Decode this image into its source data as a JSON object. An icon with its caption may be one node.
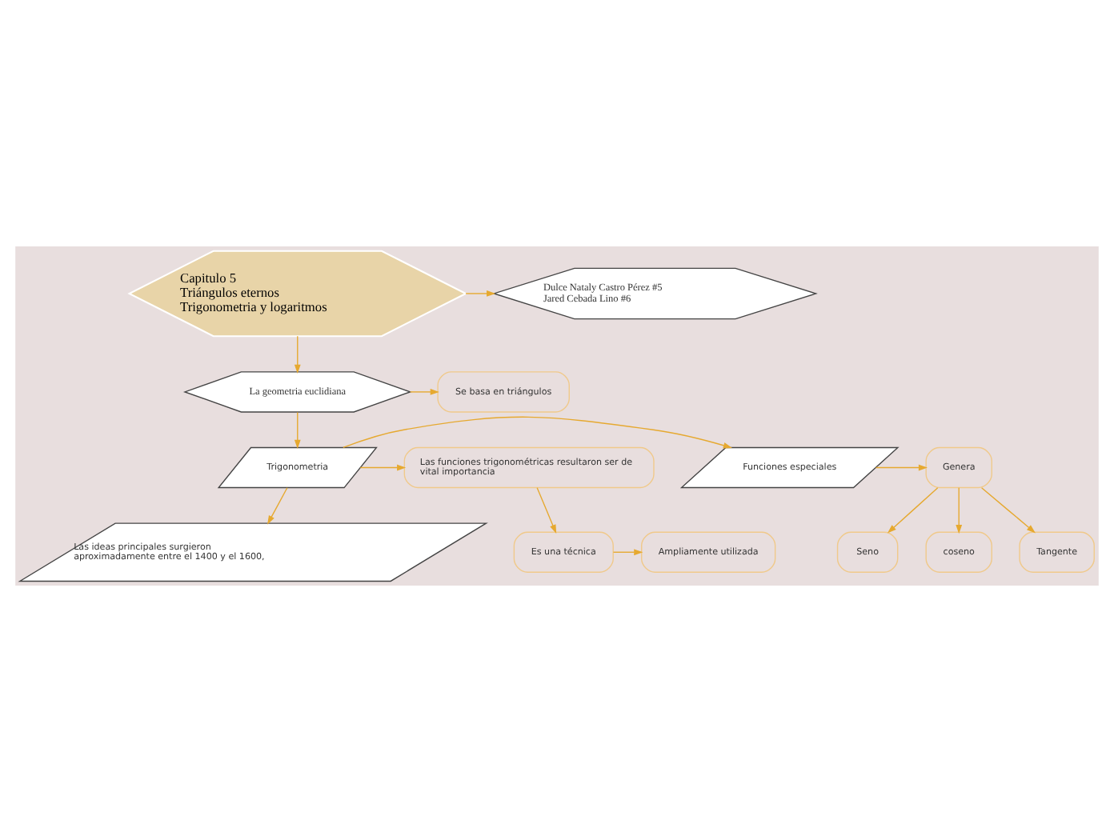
{
  "diagram": {
    "nodes": [
      {
        "text": [
          "Capitulo 5",
          "Triángulos eternos",
          "Trigonometria y logaritmos"
        ]
      },
      {
        "text": [
          "Dulce Nataly Castro Pérez #5",
          "Jared Cebada Lino #6"
        ]
      },
      {
        "text": [
          "La geometria euclidiana"
        ]
      },
      {
        "text": [
          "Se basa en triángulos"
        ]
      },
      {
        "text": [
          "Trigonometria"
        ]
      },
      {
        "text": [
          "Funciones especiales"
        ]
      },
      {
        "text": [
          "Genera"
        ]
      },
      {
        "text": [
          "Seno"
        ]
      },
      {
        "text": [
          "coseno"
        ]
      },
      {
        "text": [
          "Tangente"
        ]
      },
      {
        "text": [
          "Las funciones trigonométricas resultaron ser de vital importancia"
        ]
      },
      {
        "text": [
          "Es una técnica"
        ]
      },
      {
        "text": [
          "Ampliamente utilizada"
        ]
      },
      {
        "text": [
          "Las ideas principales surgieron aproximadamente entre el 1400 y el 1600,"
        ]
      }
    ],
    "edges": [
      {
        "from": 0,
        "to": 1,
        "arrow": "to"
      },
      {
        "from": 0,
        "to": 2,
        "arrow": "to"
      },
      {
        "from": 2,
        "to": 3,
        "arrow": "to"
      },
      {
        "from": 2,
        "to": 4,
        "arrow": "to"
      },
      {
        "from": 4,
        "to": 5,
        "arrow": "to"
      },
      {
        "from": 5,
        "to": 6,
        "arrow": "to"
      },
      {
        "from": 6,
        "to": 7,
        "arrow": "to"
      },
      {
        "from": 6,
        "to": 8,
        "arrow": "to"
      },
      {
        "from": 6,
        "to": 9,
        "arrow": "to"
      },
      {
        "from": 4,
        "to": 10,
        "arrow": "to"
      },
      {
        "from": 10,
        "to": 11,
        "arrow": "to"
      },
      {
        "from": 11,
        "to": 12,
        "arrow": "to"
      },
      {
        "from": 4,
        "to": 13,
        "arrow": "to"
      }
    ]
  }
}
